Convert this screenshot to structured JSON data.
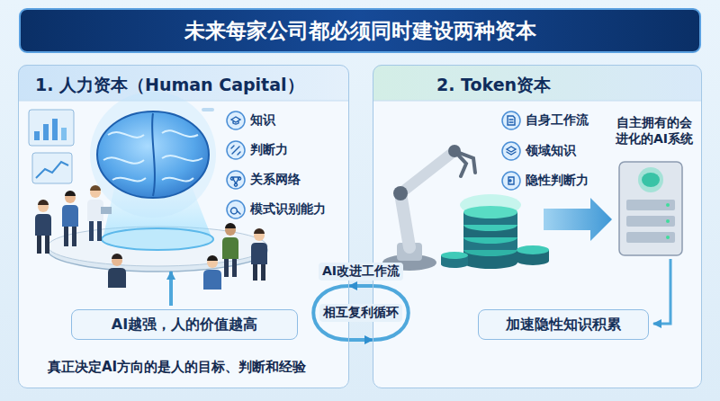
{
  "diagram": {
    "title": "未来每家公司都必须同时建设两种资本",
    "nodes": [
      {
        "text": [
          "1. 人力资本（Human Capital）",
          "真正决定AI方向的是人的目标、判断和经验"
        ]
      },
      {
        "text": [
          "知识"
        ],
        "in": 0
      },
      {
        "text": [
          "判断力"
        ],
        "in": 0
      },
      {
        "text": [
          "关系网络"
        ],
        "in": 0
      },
      {
        "text": [
          "模式识别能力"
        ],
        "in": 0
      },
      {
        "text": [
          "AI越强，人的价值越高"
        ],
        "in": 0
      },
      {
        "text": [
          "2. Token资本",
          "自主拥有的会 进化的AI系统"
        ]
      },
      {
        "text": [
          "自身工作流"
        ],
        "in": 6
      },
      {
        "text": [
          "领域知识"
        ],
        "in": 6
      },
      {
        "text": [
          "隐性判断力"
        ],
        "in": 6
      },
      {
        "text": [
          "加速隐性知识积累"
        ],
        "in": 6
      }
    ],
    "edges": [
      {
        "from": 6,
        "to": 0,
        "arrow": "to",
        "label": "AI改进工作流"
      },
      {
        "from": 0,
        "to": 6,
        "arrow": "to"
      }
    ],
    "labels": [
      "相互复利循环"
    ]
  }
}
